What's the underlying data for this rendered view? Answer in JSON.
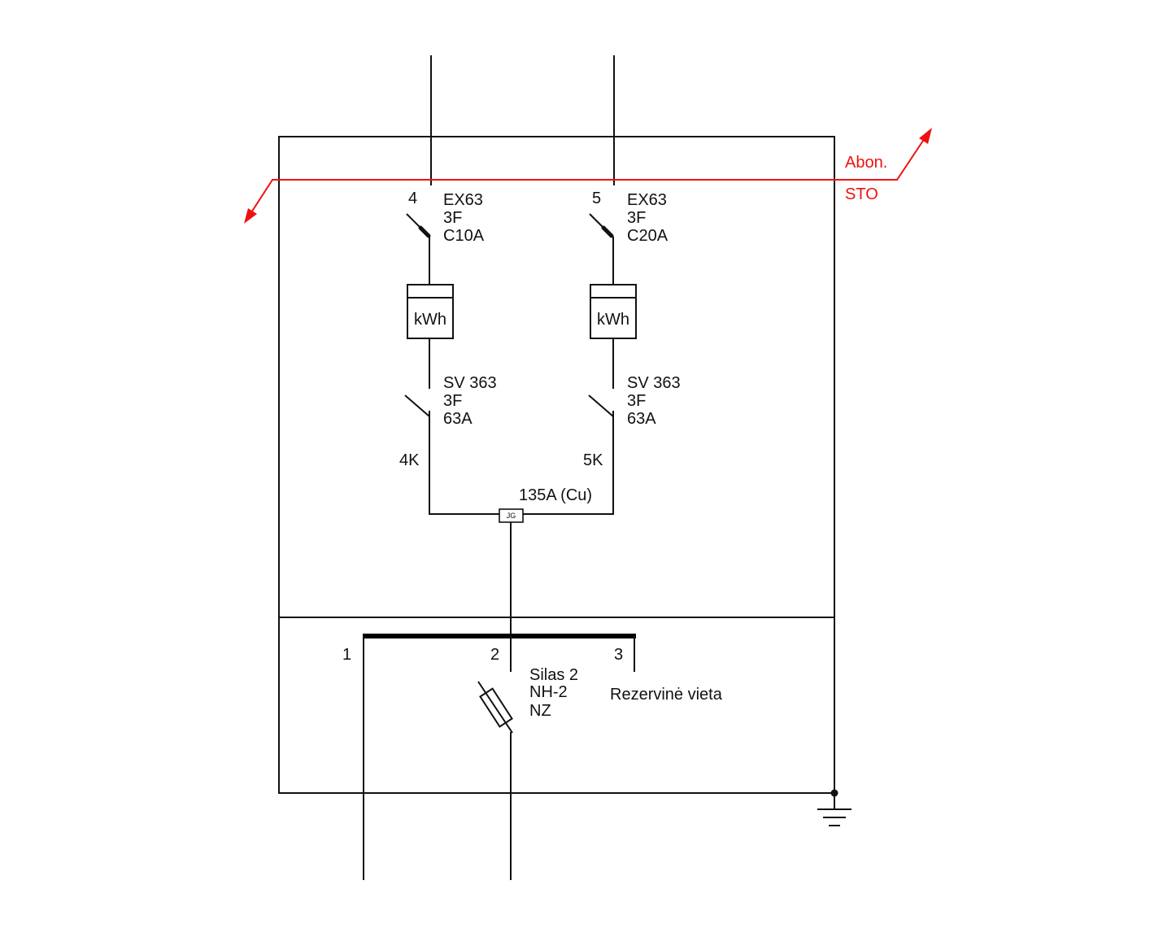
{
  "colors": {
    "line": "#111111",
    "boundary": "#ee1111",
    "background": "#ffffff"
  },
  "boundary": {
    "label_top": "Abon.",
    "label_bottom": "STO"
  },
  "feeders": [
    {
      "number": "4",
      "breaker": {
        "model": "EX63",
        "poles": "3F",
        "rating": "C10A"
      },
      "meter_label": "kWh",
      "switch": {
        "model": "SV 363",
        "poles": "3F",
        "rating": "63A"
      },
      "switch_tag": "4K"
    },
    {
      "number": "5",
      "breaker": {
        "model": "EX63",
        "poles": "3F",
        "rating": "C20A"
      },
      "meter_label": "kWh",
      "switch": {
        "model": "SV 363",
        "poles": "3F",
        "rating": "63A"
      },
      "switch_tag": "5K"
    }
  ],
  "junction": {
    "rating": "135A (Cu)",
    "symbol_label": "JG"
  },
  "busbar": {
    "outputs": [
      {
        "number": "1"
      },
      {
        "number": "2",
        "fuse": {
          "name": "Silas 2",
          "type": "NH-2",
          "code": "NZ"
        }
      },
      {
        "number": "3",
        "label": "Rezervinė vieta"
      }
    ]
  },
  "icons": {
    "ground": "earth-ground-icon",
    "fuse": "fuse-icon",
    "breaker": "circuit-breaker-icon",
    "switch": "disconnect-switch-icon",
    "meter": "energy-meter-icon"
  }
}
